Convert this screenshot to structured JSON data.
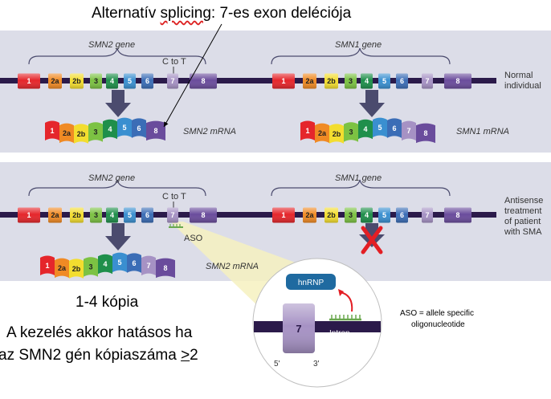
{
  "title": {
    "prefix": "Alternatív ",
    "underlined": "splicing",
    "suffix": ":  7-es exon deléciója"
  },
  "panels": {
    "normal": {
      "smn2_gene_label": "SMN2 gene",
      "smn1_gene_label": "SMN1 gene",
      "c_to_t": "C to T",
      "smn2_mrna_label": "SMN2 mRNA",
      "smn1_mrna_label": "SMN1 mRNA",
      "side_label": [
        "Normal",
        "individual"
      ]
    },
    "treatment": {
      "smn2_gene_label": "SMN2 gene",
      "smn1_gene_label": "SMN1 gene",
      "c_to_t": "C to T",
      "aso_label": "ASO",
      "smn2_mrna_label": "SMN2 mRNA",
      "side_label": [
        "Antisense",
        "treatment",
        "of patient",
        "with SMA"
      ]
    }
  },
  "exons": {
    "smn2_gene": [
      "1",
      "2a",
      "2b",
      "3",
      "4",
      "5",
      "6",
      "7",
      "8"
    ],
    "smn1_gene": [
      "1",
      "2a",
      "2b",
      "3",
      "4",
      "5",
      "6",
      "7",
      "8"
    ],
    "smn2_mrna_normal": [
      "1",
      "2a",
      "2b",
      "3",
      "4",
      "5",
      "6",
      "8"
    ],
    "smn1_mrna_normal": [
      "1",
      "2a",
      "2b",
      "3",
      "4",
      "5",
      "6",
      "7",
      "8"
    ],
    "smn2_mrna_treated": [
      "1",
      "2a",
      "2b",
      "3",
      "4",
      "5",
      "6",
      "7",
      "8"
    ]
  },
  "colors": {
    "1": "#e5262b",
    "2a": "#f08a24",
    "2b": "#f3dd2f",
    "3": "#7cc243",
    "4": "#1f8f4b",
    "5": "#3a8fd0",
    "6": "#3b6db6",
    "7": "#a692c4",
    "8": "#6a4c9c",
    "chromosome": "#2b1a4a",
    "panel_bg": "#dcdde8",
    "deletion_x": "#e31e24",
    "arrow": "#4b4b6e"
  },
  "zoom": {
    "protein": "hnRNP",
    "exon": "7",
    "intron": "Intron",
    "five_prime": "5'",
    "three_prime": "3'"
  },
  "aso_definition": [
    "ASO = allele specific",
    "oligonucleotide"
  ],
  "notes": {
    "copies": "1-4 kópia",
    "line1": "A kezelés akkor hatásos ha",
    "line2_prefix": "az SMN2 gén kópiaszáma ",
    "line2_underlined": ">",
    "line2_suffix": "2"
  }
}
